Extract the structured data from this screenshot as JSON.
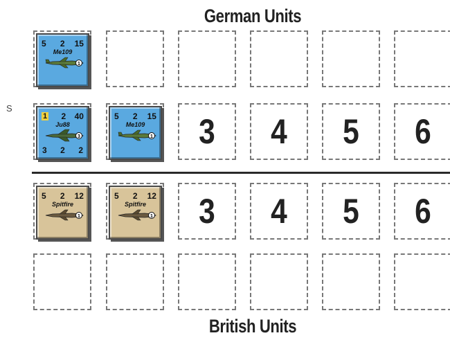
{
  "titles": {
    "top": "German Units",
    "bottom": "British Units"
  },
  "side_letter": "S",
  "rows": {
    "german_reserve": [
      "",
      "",
      "",
      "",
      "",
      ""
    ],
    "german_front": [
      "",
      "",
      "3",
      "4",
      "5",
      "6"
    ],
    "british_front": [
      "",
      "",
      "3",
      "4",
      "5",
      "6"
    ],
    "british_reserve": [
      "",
      "",
      "",
      "",
      "",
      ""
    ]
  },
  "counters": {
    "me109_a": {
      "stat1": "5",
      "stat2": "2",
      "stat3": "15",
      "name": "Me109",
      "badge": "1"
    },
    "ju88": {
      "tag": "1",
      "stat2": "2",
      "stat3": "40",
      "name": "Ju88",
      "badge": "3",
      "b1": "3",
      "b2": "2",
      "b3": "2"
    },
    "me109_b": {
      "stat1": "5",
      "stat2": "2",
      "stat3": "15",
      "name": "Me109",
      "badge": "1"
    },
    "spitfire_a": {
      "stat1": "5",
      "stat2": "2",
      "stat3": "12",
      "name": "Spitfire",
      "badge": "1"
    },
    "spitfire_b": {
      "stat1": "5",
      "stat2": "2",
      "stat3": "12",
      "name": "Spitfire",
      "badge": "1"
    }
  },
  "colors": {
    "german_counter": "#5aa9e0",
    "british_counter": "#d8c49a"
  }
}
